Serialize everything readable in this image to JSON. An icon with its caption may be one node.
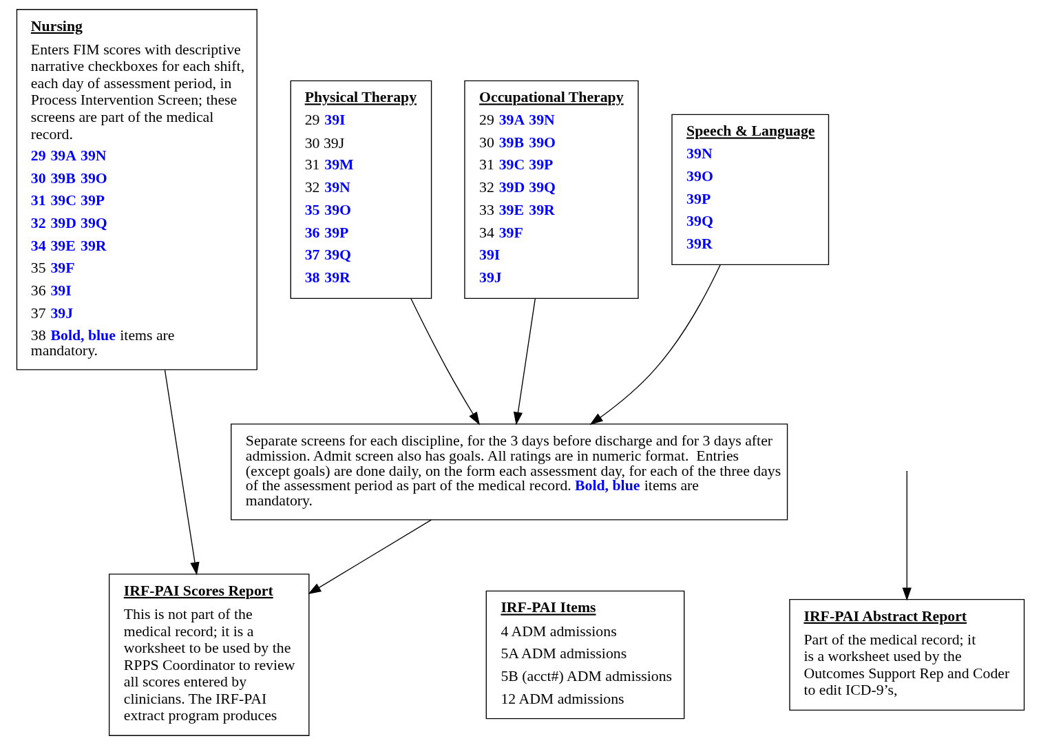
{
  "diagram": {
    "nodes": [
      {
        "text": [
          "Nursing",
          "Enters FIM scores with descriptive narrative checkboxes for each shift, each day of assessment period, in Process Intervention Screen; these screens are part of the medical record.",
          "**29** **39A** **39N**",
          "**30** **39B** **39O**",
          "**31** **39C** **39P**",
          "**32** **39D** **39Q**",
          "**34** **39E** **39R**",
          "35 **39F**",
          "36 **39I**",
          "37 **39J**",
          "38 **Bold, blue** items are mandatory."
        ]
      },
      {
        "text": [
          "Physical Therapy",
          "29 **39I**",
          "30 39J",
          "31 **39M**",
          "32 **39N**",
          "**35** **39O**",
          "**36** **39P**",
          "**37** **39Q**",
          "**38** **39R**"
        ]
      },
      {
        "text": [
          "Occupational Therapy",
          "29 **39A** **39N**",
          "30 **39B** **39O**",
          "31 **39C** **39P**",
          "32 **39D** **39Q**",
          "33 **39E** **39R**",
          "34 **39F**",
          "**39I**",
          "**39J**"
        ]
      },
      {
        "text": [
          "Speech & Language",
          "**39N**",
          "**39O**",
          "**39P**",
          "**39Q**",
          "**39R**"
        ]
      },
      {
        "text": [
          "Separate screens for each discipline, for the 3 days before discharge and for 3 days after admission. Admit screen also has goals. All ratings are in numeric format.  Entries (except goals) are done daily, on the form each assessment day, for each of the three days of the assessment period as part of the medical record.  **Bold, blue** items are mandatory."
        ]
      },
      {
        "text": [
          "IRF-PAI Scores Report",
          "This is not part of the medical record; it is a worksheet to be used by the RPPS Coordinator to review all scores entered by clinicians. The IRF-PAI extract program produces"
        ]
      },
      {
        "text": [
          "IRF-PAI Items",
          "4 ADM admissions",
          "5A ADM admissions",
          "5B (acct#) ADM admissions",
          "12 ADM admissions"
        ]
      },
      {
        "text": [
          "IRF-PAI Abstract Report",
          "Part of the medical record; it is a worksheet used by the Outcomes Support Rep and Coder to edit ICD-9’s,"
        ]
      }
    ],
    "edges": [
      {
        "from": 1,
        "to": 4,
        "arrow": "to"
      },
      {
        "from": 2,
        "to": 4,
        "arrow": "to"
      },
      {
        "from": 3,
        "to": 4,
        "arrow": "to"
      },
      {
        "from": 0,
        "to": 5,
        "arrow": "to"
      },
      {
        "from": 4,
        "to": 5,
        "arrow": "to"
      },
      {
        "from": null,
        "to": 7,
        "arrow": "to"
      }
    ]
  }
}
